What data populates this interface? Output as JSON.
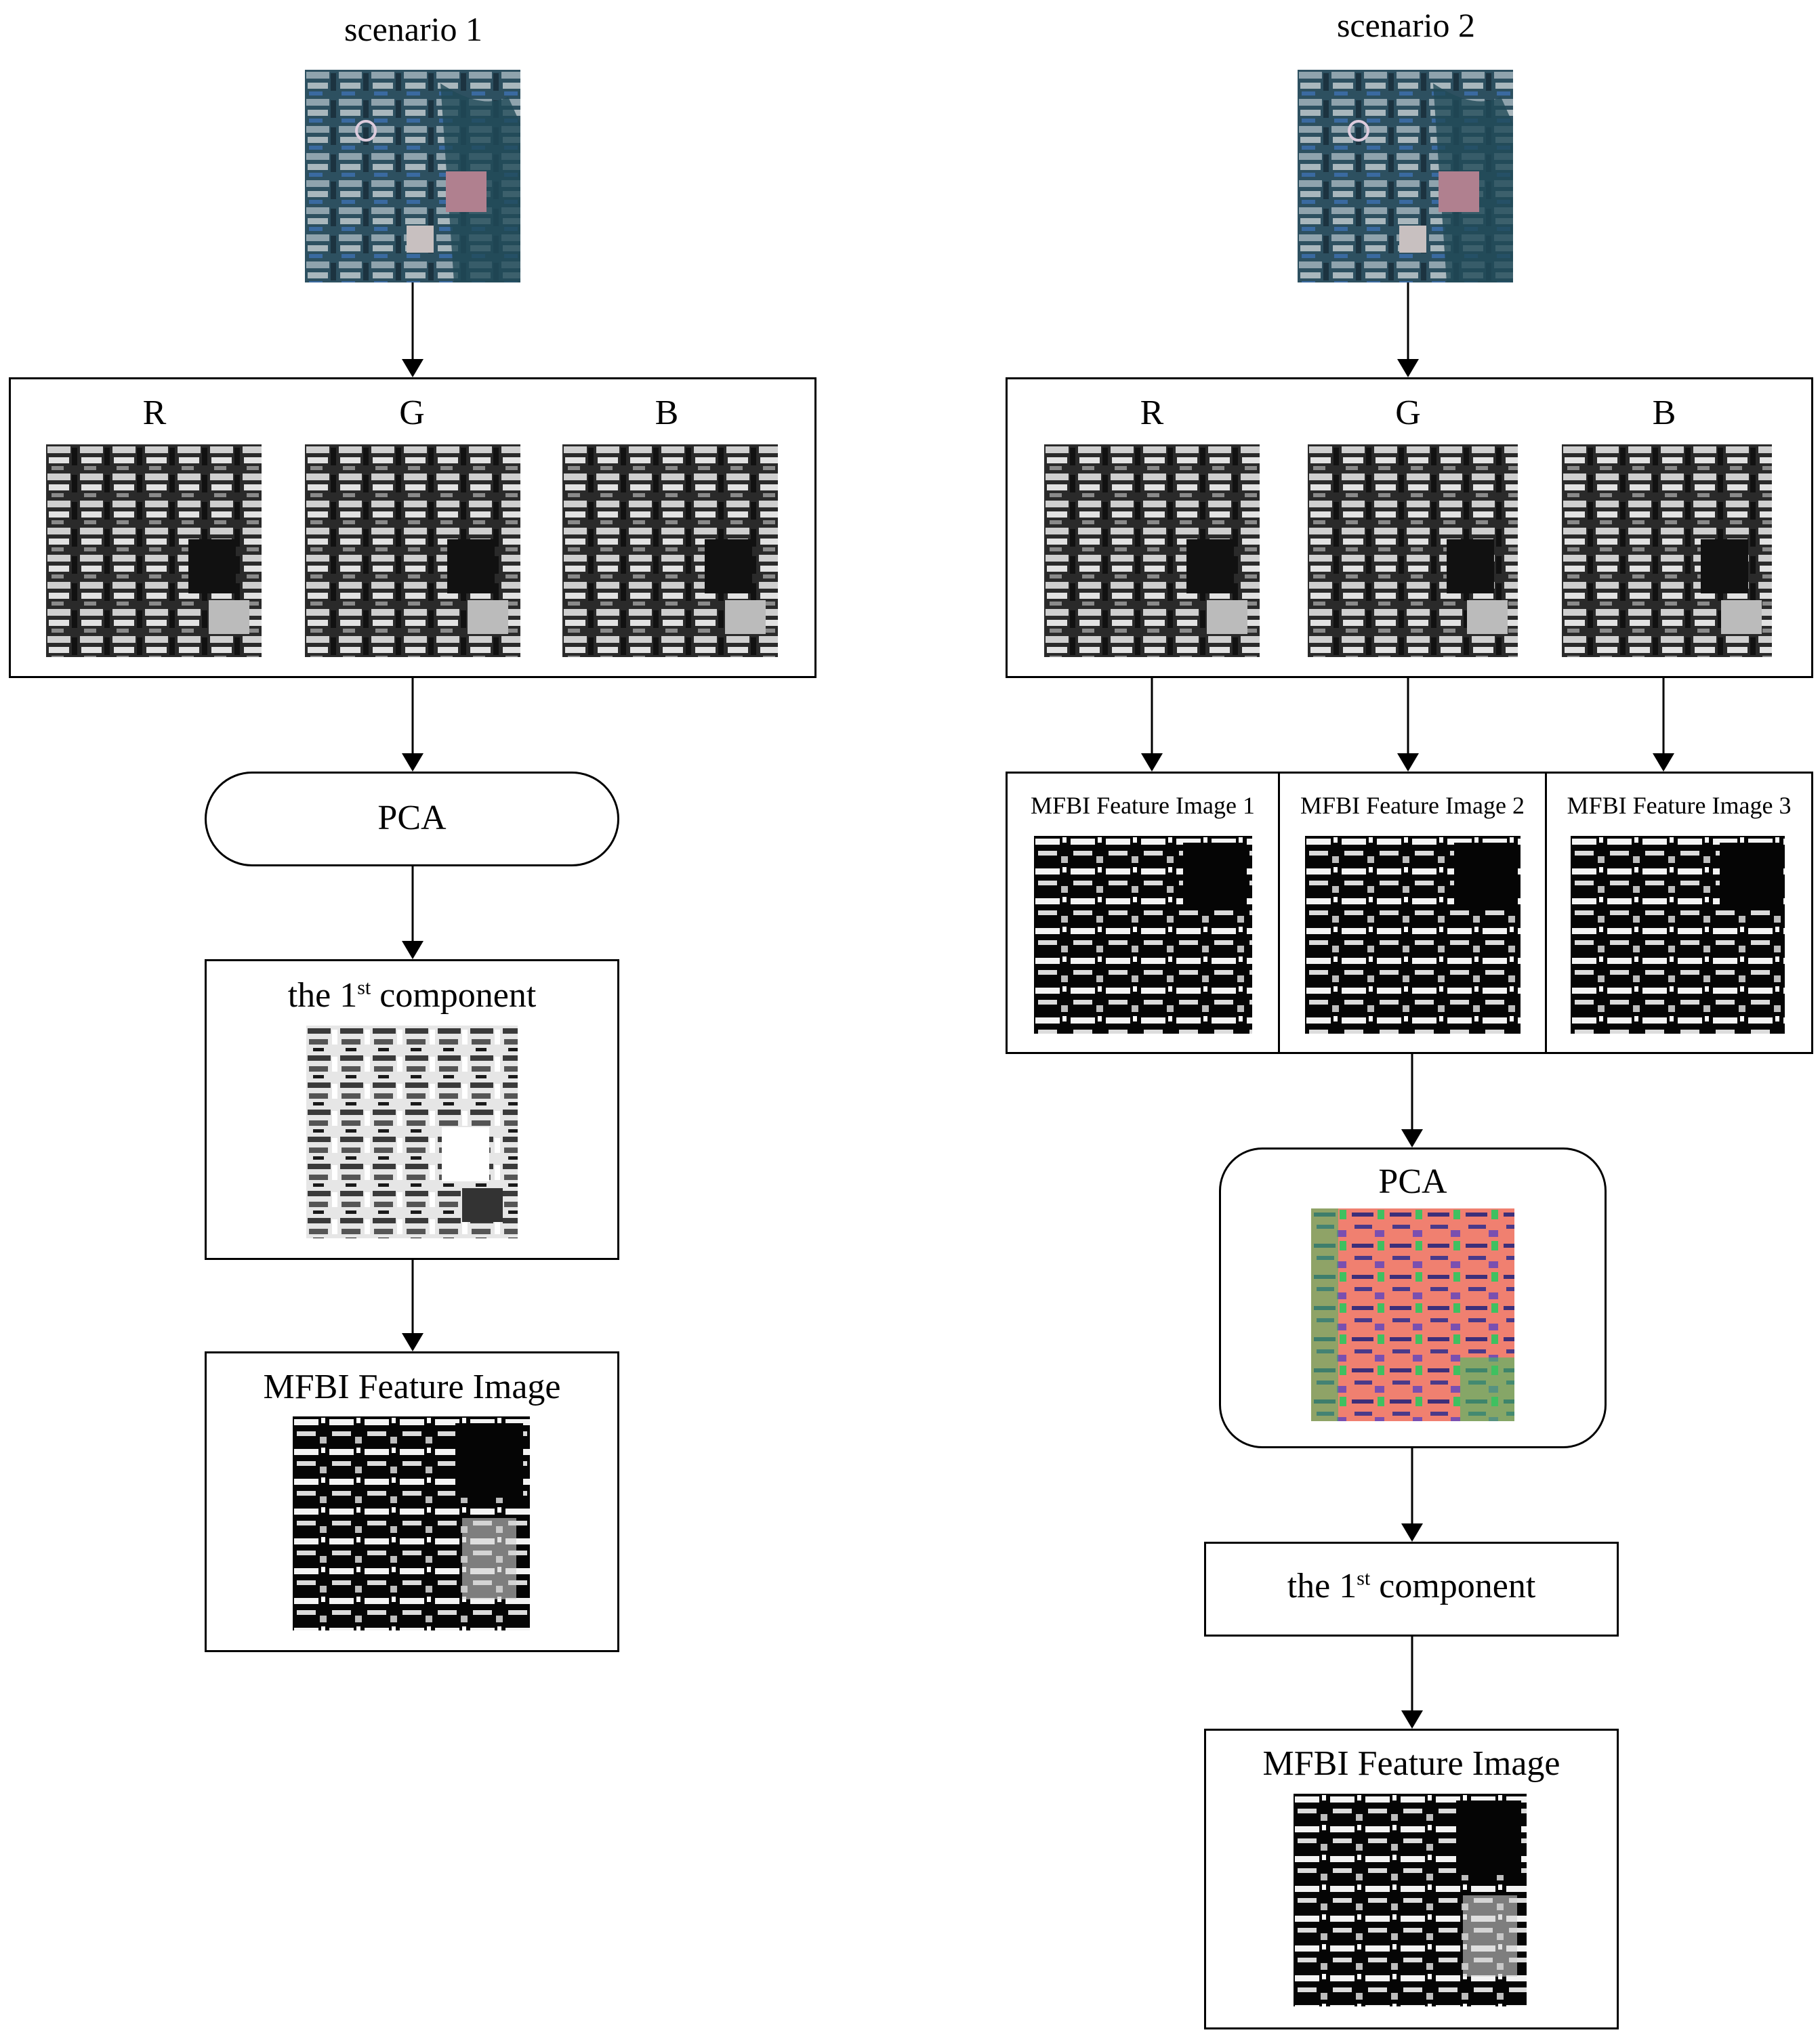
{
  "scenario1": {
    "title": "scenario 1",
    "bands": [
      "R",
      "G",
      "B"
    ],
    "pca_label": "PCA",
    "component": {
      "prefix": "the 1",
      "sup": "st",
      "suffix": " component"
    },
    "feature_label": "MFBI Feature Image"
  },
  "scenario2": {
    "title": "scenario 2",
    "bands": [
      "R",
      "G",
      "B"
    ],
    "feature_images": [
      "MFBI Feature Image 1",
      "MFBI Feature Image 2",
      "MFBI Feature Image 3"
    ],
    "pca_label": "PCA",
    "component": {
      "prefix": "the 1",
      "sup": "st",
      "suffix": " component"
    },
    "feature_label": "MFBI Feature Image"
  },
  "colors": {
    "line": "#000000",
    "background": "#ffffff",
    "pca_tint": "#f08070",
    "pca_green": "#40c060"
  }
}
